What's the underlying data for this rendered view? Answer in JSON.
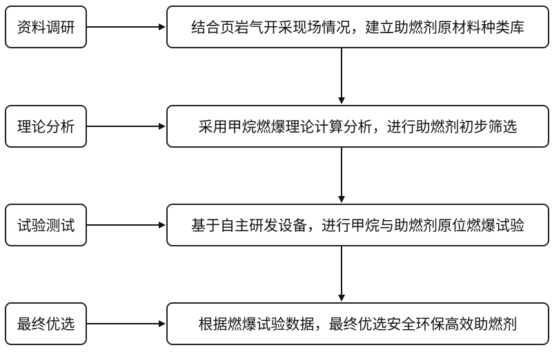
{
  "diagram": {
    "rows": [
      {
        "stage": "资料调研",
        "desc": "结合页岩气开采现场情况，建立助燃剂原材料种类库"
      },
      {
        "stage": "理论分析",
        "desc": "采用甲烷燃爆理论计算分析，进行助燃剂初步筛选"
      },
      {
        "stage": "试验测试",
        "desc": "基于自主研发设备，进行甲烷与助燃剂原位燃爆试验"
      },
      {
        "stage": "最终优选",
        "desc": "根据燃爆试验数据，最终优选安全环保高效助燃剂"
      }
    ],
    "colors": {
      "border": "#222222",
      "arrow": "#111111",
      "background": "#ffffff"
    }
  }
}
